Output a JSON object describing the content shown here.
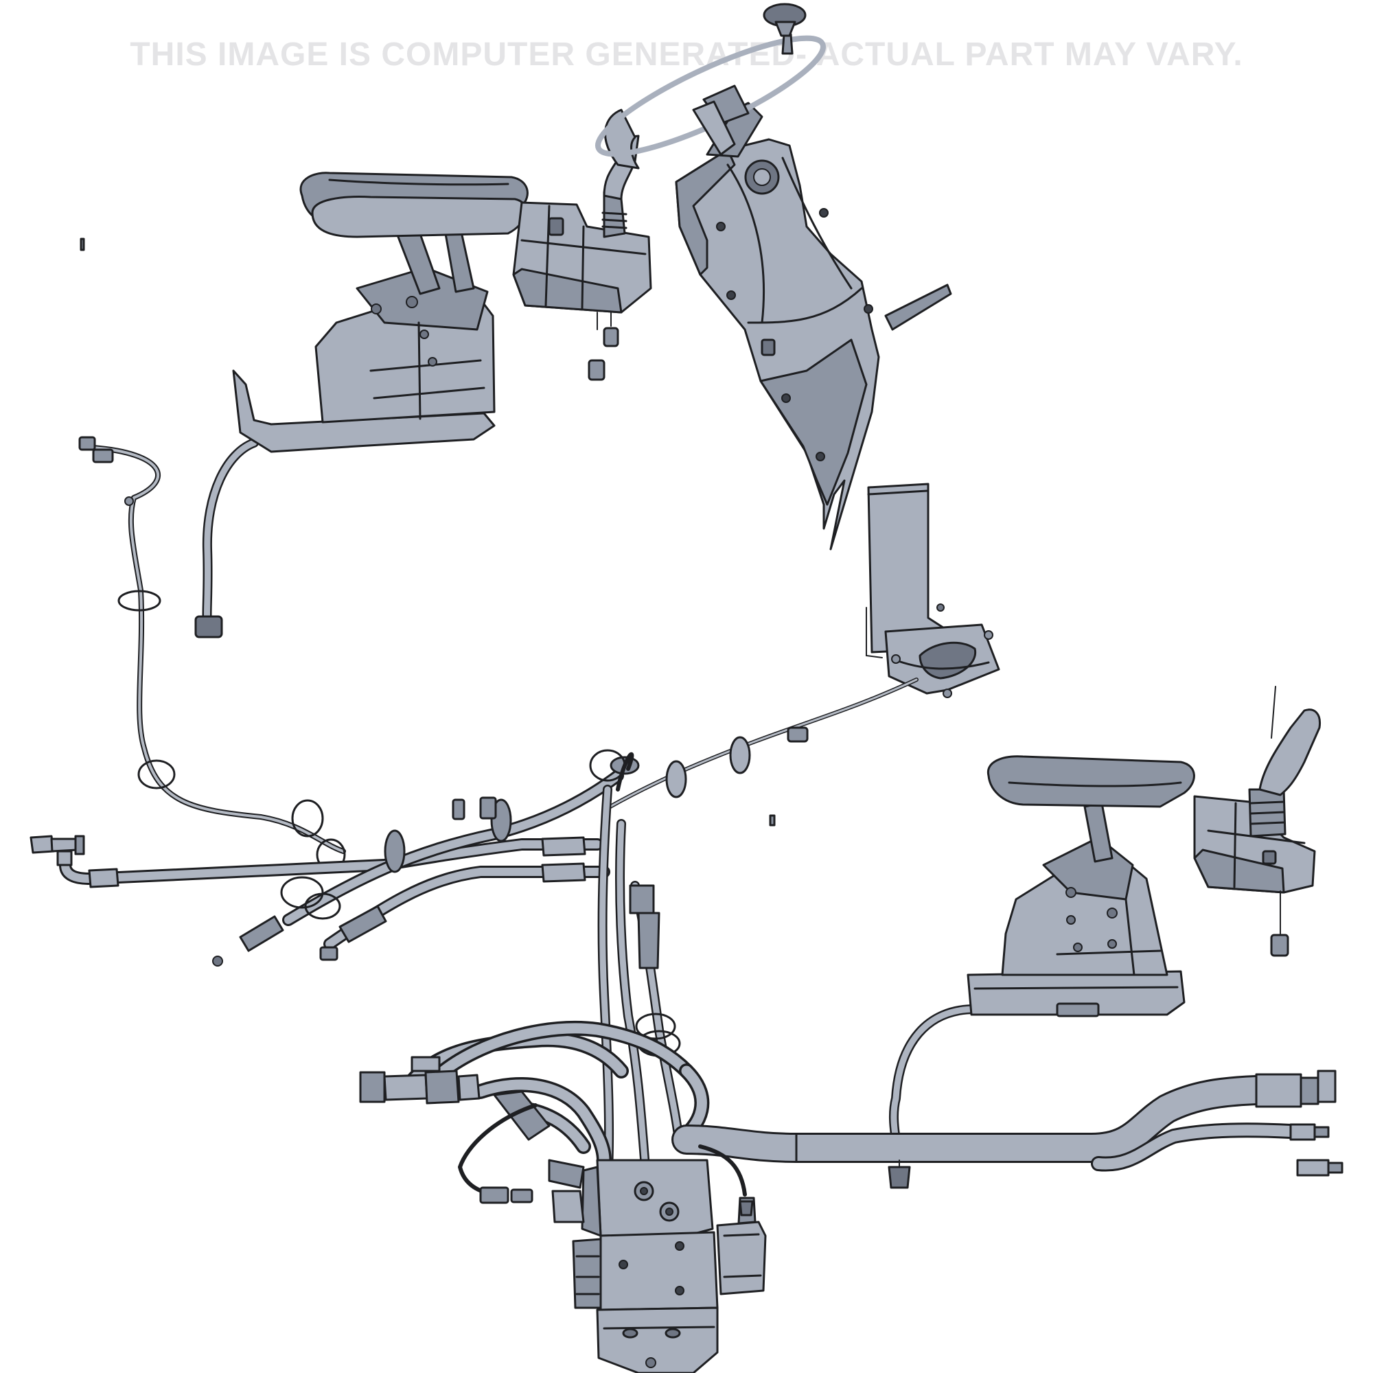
{
  "watermark": {
    "text": "THIS IMAGE IS COMPUTER GENERATED- ACTUAL PART MAY VARY.",
    "color": "#e4e4e6"
  },
  "colors": {
    "part_fill": "#a9b0bd",
    "part_shade": "#8d95a3",
    "part_dark": "#6f7684",
    "outline": "#1e1f22",
    "hose_fill": "#aeb5c1",
    "background": "#ffffff"
  },
  "components": [
    "left-armrest-console",
    "steering-column",
    "steering-wheel",
    "right-armrest-console",
    "hydraulic-control-valve",
    "main-hose-bundle",
    "electrical-harness",
    "tee-fitting"
  ]
}
